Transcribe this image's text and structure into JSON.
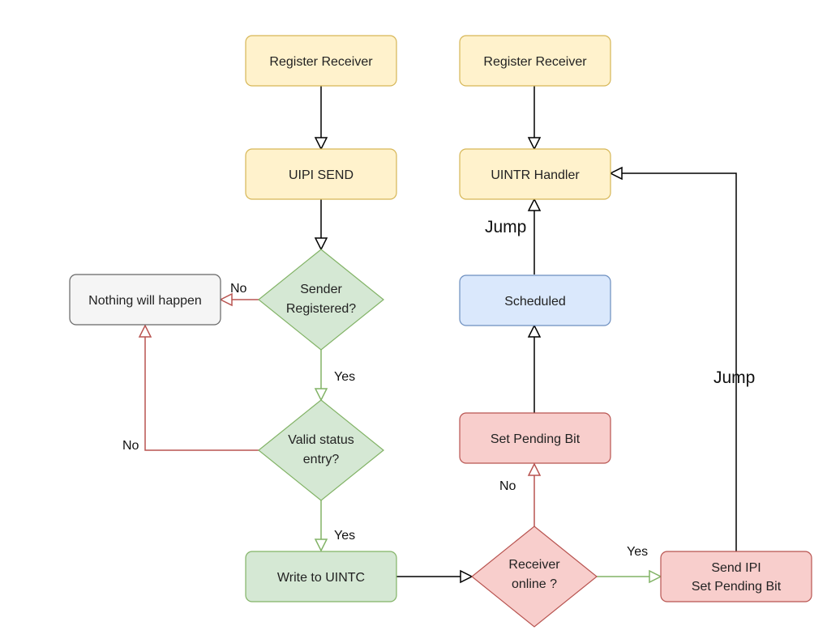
{
  "nodes": {
    "register_receiver_left": "Register Receiver",
    "uipi_send": "UIPI SEND",
    "sender_registered": [
      "Sender",
      "Registered?"
    ],
    "nothing_will_happen": "Nothing will happen",
    "valid_status_entry": [
      "Valid status",
      "entry?"
    ],
    "write_to_uintc": "Write to UINTC",
    "register_receiver_right": "Register Receiver",
    "uintr_handler": "UINTR Handler",
    "scheduled": "Scheduled",
    "set_pending_bit": "Set Pending Bit",
    "receiver_online": [
      "Receiver",
      "online ?"
    ],
    "send_ipi": [
      "Send IPI",
      "Set Pending Bit"
    ]
  },
  "edge_labels": {
    "sender_no": "No",
    "sender_yes": "Yes",
    "valid_no": "No",
    "valid_yes": "Yes",
    "online_no": "No",
    "online_yes": "Yes",
    "jump_scheduled": "Jump",
    "jump_ipi": "Jump"
  },
  "colors": {
    "yellow_fill": "#fff2cc",
    "yellow_stroke": "#d6b656",
    "green_fill": "#d5e8d4",
    "green_stroke": "#82b366",
    "red_fill": "#f8cecc",
    "red_stroke": "#b85450",
    "blue_fill": "#dae8fc",
    "blue_stroke": "#6c8ebf",
    "gray_fill": "#f5f5f5",
    "gray_stroke": "#666666"
  }
}
